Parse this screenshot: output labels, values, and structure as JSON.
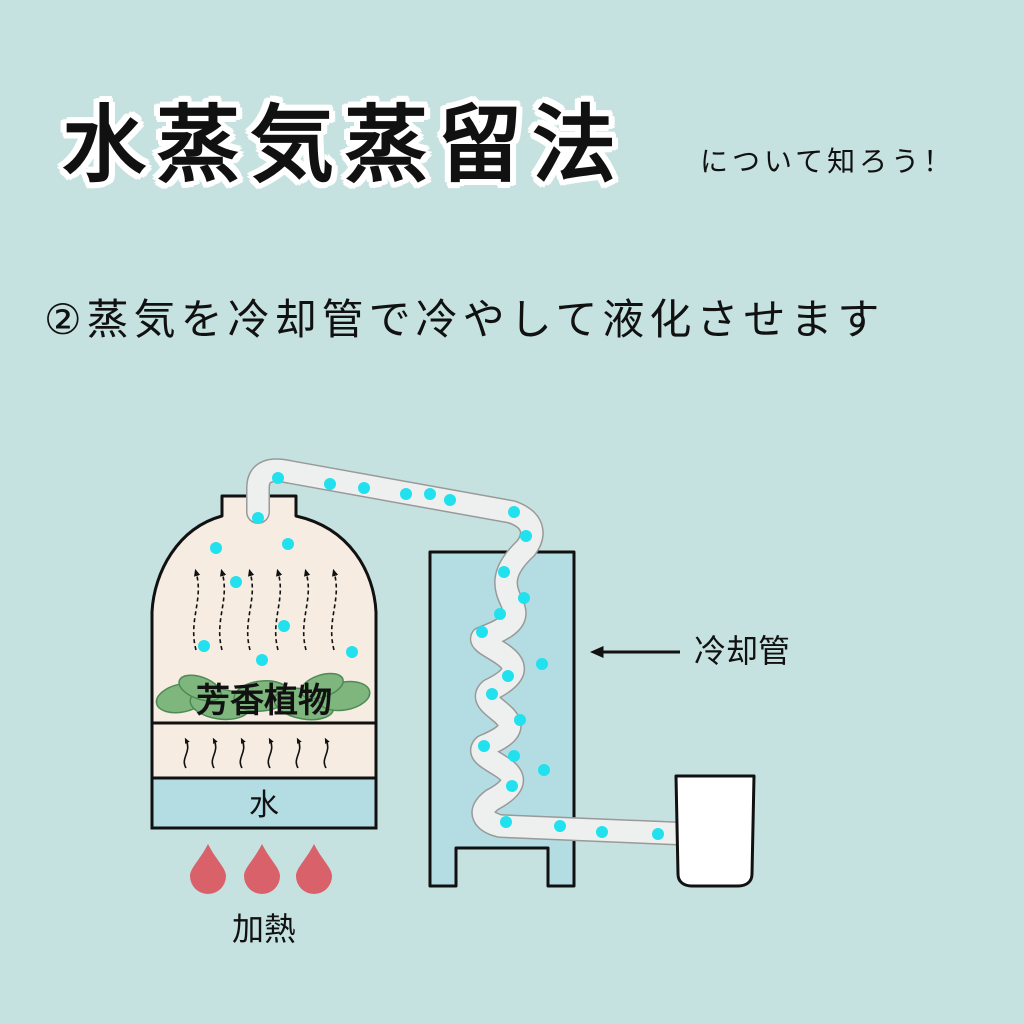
{
  "header": {
    "title": "水蒸気蒸留法",
    "subtitle": "について知ろう！"
  },
  "step": {
    "text": "②蒸気を冷却管で冷やして液化させます"
  },
  "diagram": {
    "label_plants": "芳香植物",
    "label_water": "水",
    "label_heat": "加熱",
    "label_condenser": "冷却管",
    "colors": {
      "background": "#c5e1e0",
      "vessel": "#f6ece2",
      "water": "#b4dde3",
      "condenser_jacket": "#b4dde3",
      "tube": "#eef0f0",
      "steam_dot": "#22e1ee",
      "flame": "#d9616a",
      "leaf": "#7eb67e"
    }
  }
}
